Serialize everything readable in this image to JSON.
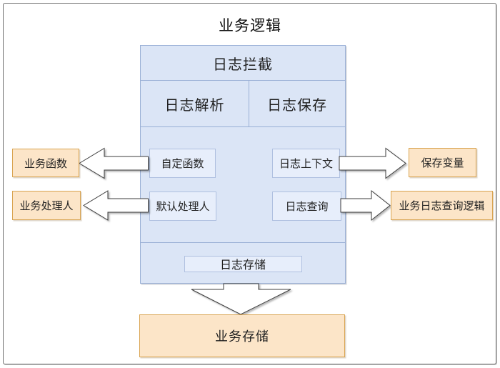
{
  "title": "业务逻辑",
  "interceptor": {
    "header": "日志拦截",
    "sections": [
      {
        "label": "日志解析"
      },
      {
        "label": "日志保存"
      }
    ],
    "nodes": [
      {
        "id": "custom-function",
        "label": "自定函数"
      },
      {
        "id": "log-context",
        "label": "日志上下文"
      },
      {
        "id": "default-handler",
        "label": "默认处理人"
      },
      {
        "id": "log-query",
        "label": "日志查询"
      }
    ],
    "storage_label": "日志存储"
  },
  "external": {
    "business_function": "业务函数",
    "business_handler": "业务处理人",
    "save_variable": "保存变量",
    "business_log_query_logic": "业务日志查询逻辑",
    "business_storage": "业务存储"
  },
  "colors": {
    "container_fill": "#dbe5f6",
    "container_border": "#9ab0d6",
    "node_fill": "#e7eefb",
    "node_border": "#afc0e0",
    "accent_fill": "#fce5c8",
    "accent_border": "#d9a451",
    "arrow_fill": "#ffffff",
    "arrow_outline": "#3c3c3c",
    "frame_border": "#6f6f6f"
  }
}
